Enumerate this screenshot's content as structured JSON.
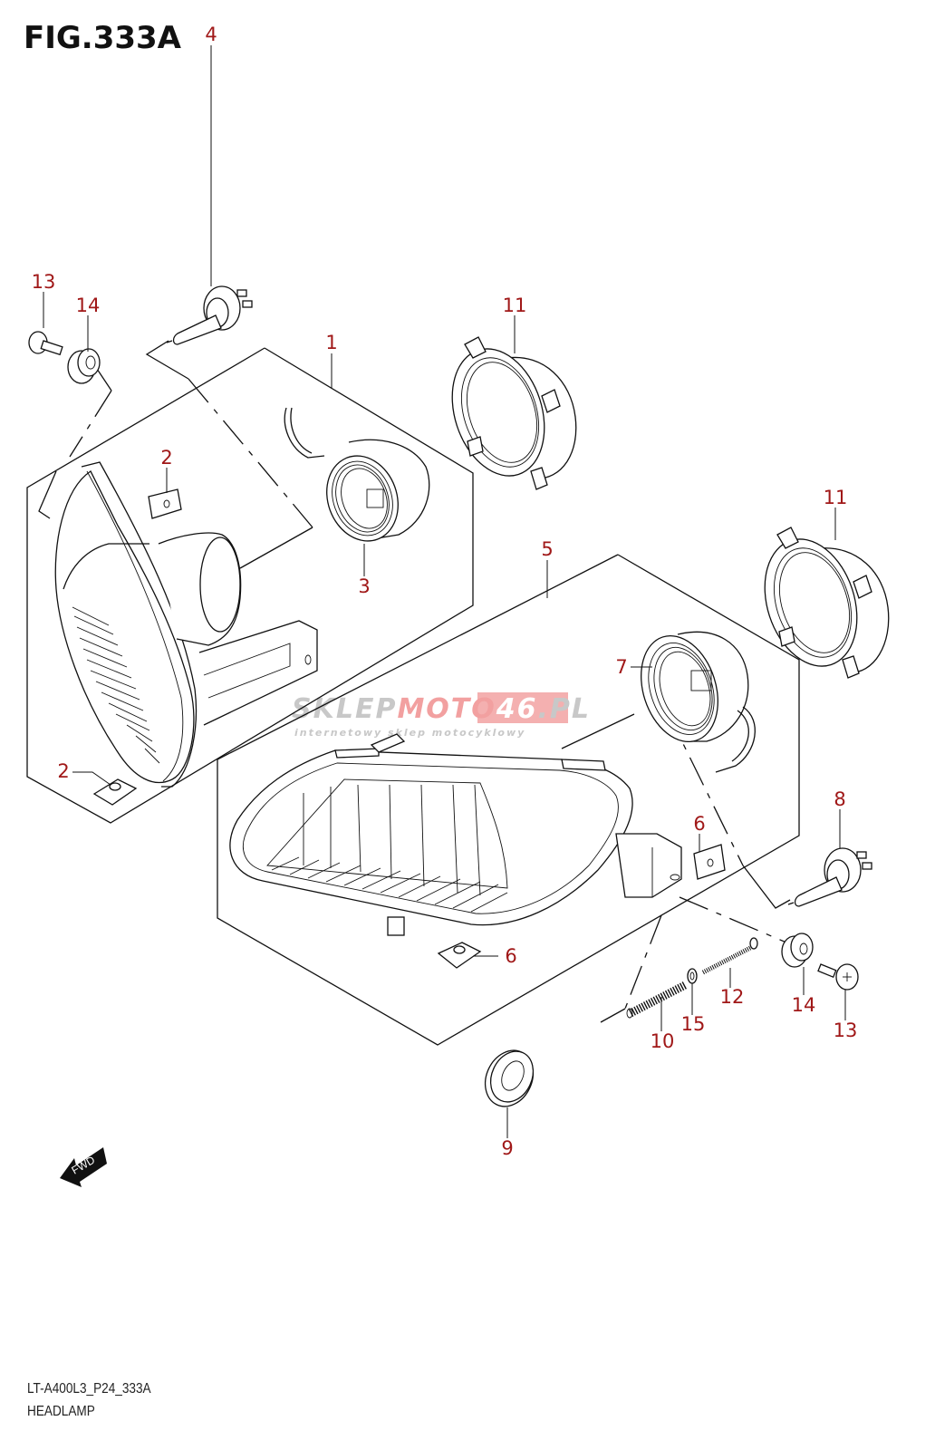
{
  "figure": {
    "title": "FIG.333A",
    "code": "LT-A400L3_P24_333A",
    "name": "HEADLAMP"
  },
  "watermark": {
    "part1": "SKLEP",
    "part2": "MOTO",
    "part3": "46",
    "part4": ".PL",
    "tagline": "internetowy sklep motocyklowy"
  },
  "direction_badge": {
    "label": "FWD",
    "icon": "arrow-left-down-icon"
  },
  "colors": {
    "callout": "#a01818",
    "line": "#111111",
    "watermark_grey": "#c8c8c8",
    "watermark_red": "#f2a0a0"
  },
  "callouts": [
    {
      "id": "c4",
      "number": "4",
      "part": "headlamp-bulb-left"
    },
    {
      "id": "c13a",
      "number": "13",
      "part": "screw-left"
    },
    {
      "id": "c14a",
      "number": "14",
      "part": "grommet-left"
    },
    {
      "id": "c1",
      "number": "1",
      "part": "headlamp-assembly-left"
    },
    {
      "id": "c11a",
      "number": "11",
      "part": "bulb-retainer-ring-upper"
    },
    {
      "id": "c2a",
      "number": "2",
      "part": "clip-nut-upper"
    },
    {
      "id": "c3",
      "number": "3",
      "part": "bulb-socket-left"
    },
    {
      "id": "c2b",
      "number": "2",
      "part": "clip-nut-lower"
    },
    {
      "id": "c5",
      "number": "5",
      "part": "headlamp-assembly-right"
    },
    {
      "id": "c11b",
      "number": "11",
      "part": "bulb-retainer-ring-lower"
    },
    {
      "id": "c7",
      "number": "7",
      "part": "bulb-socket-right"
    },
    {
      "id": "c8",
      "number": "8",
      "part": "headlamp-bulb-right"
    },
    {
      "id": "c6a",
      "number": "6",
      "part": "clip-nut-right-upper"
    },
    {
      "id": "c6b",
      "number": "6",
      "part": "clip-nut-right-lower"
    },
    {
      "id": "c12",
      "number": "12",
      "part": "adjusting-screw"
    },
    {
      "id": "c14b",
      "number": "14",
      "part": "grommet-right"
    },
    {
      "id": "c13b",
      "number": "13",
      "part": "screw-right"
    },
    {
      "id": "c15",
      "number": "15",
      "part": "washer"
    },
    {
      "id": "c10",
      "number": "10",
      "part": "spring"
    },
    {
      "id": "c9",
      "number": "9",
      "part": "cushion-ring"
    }
  ]
}
